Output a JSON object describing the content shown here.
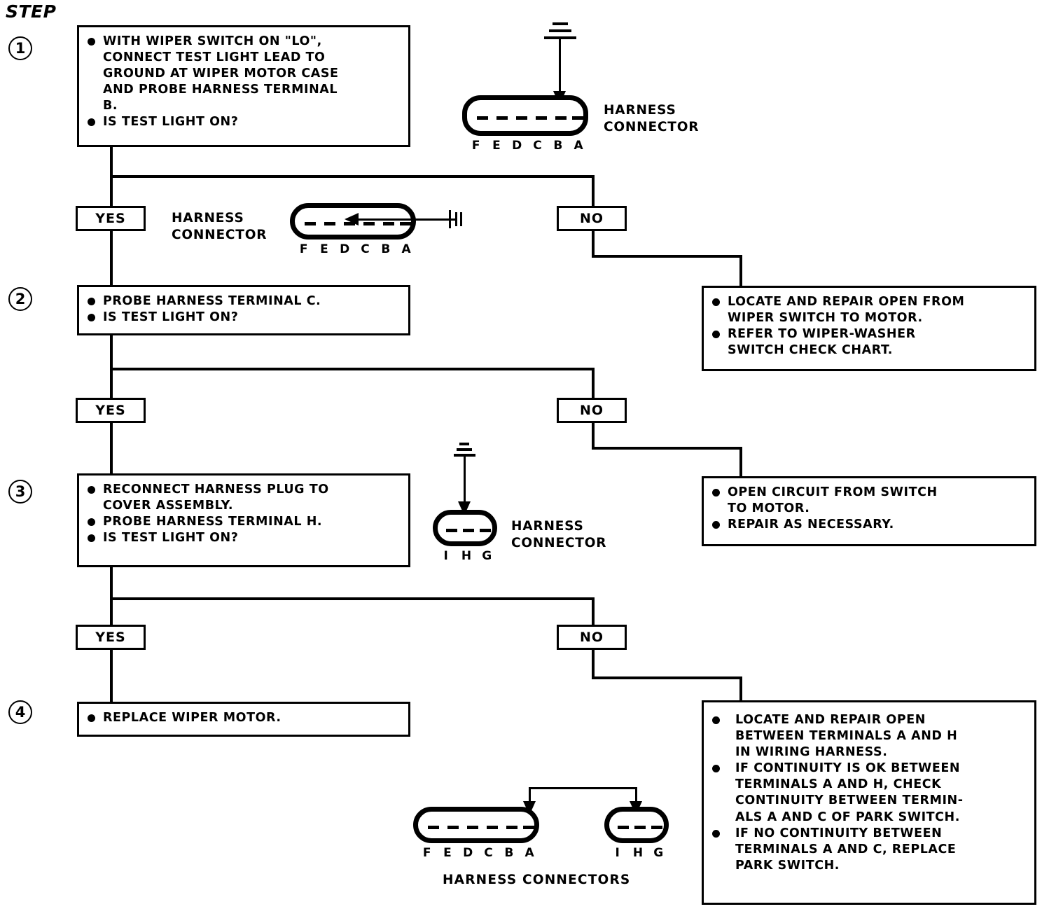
{
  "title": "STEP",
  "steps": [
    {
      "number": "1"
    },
    {
      "number": "2"
    },
    {
      "number": "3"
    },
    {
      "number": "4"
    }
  ],
  "boxes": {
    "step1": {
      "bullets": [
        "WITH WIPER SWITCH ON \"LO\",\nCONNECT TEST LIGHT LEAD TO\nGROUND AT WIPER MOTOR CASE\nAND PROBE HARNESS TERMINAL\nB.",
        "IS TEST LIGHT ON?"
      ]
    },
    "step1_no": {
      "bullets": [
        "LOCATE AND REPAIR OPEN FROM\nWIPER SWITCH TO MOTOR.",
        "REFER TO WIPER-WASHER\nSWITCH CHECK CHART."
      ]
    },
    "step2": {
      "bullets": [
        "PROBE HARNESS TERMINAL  C.",
        "IS TEST LIGHT ON?"
      ]
    },
    "step2_no": {
      "bullets": [
        "OPEN CIRCUIT FROM SWITCH\nTO MOTOR.",
        "REPAIR AS NECESSARY."
      ]
    },
    "step3": {
      "bullets": [
        "RECONNECT HARNESS PLUG TO\nCOVER ASSEMBLY.",
        "PROBE HARNESS TERMINAL H.",
        "IS TEST LIGHT ON?"
      ]
    },
    "step3_no": {
      "bullets": [
        "LOCATE AND REPAIR OPEN\nBETWEEN TERMINALS A AND H\nIN WIRING HARNESS.",
        "IF CONTINUITY IS OK BETWEEN\nTERMINALS A AND H, CHECK\nCONTINUITY BETWEEN TERMIN-\nALS A AND C OF PARK SWITCH.",
        "IF NO CONTINUITY BETWEEN\nTERMINALS A AND C, REPLACE\nPARK SWITCH."
      ]
    },
    "step4": {
      "bullets": [
        "REPLACE WIPER MOTOR."
      ]
    }
  },
  "decisions": {
    "yes1": "YES",
    "no1": "NO",
    "yes2": "YES",
    "no2": "NO",
    "yes3": "YES",
    "no3": "NO"
  },
  "connectors": {
    "top": {
      "caption": "HARNESS\nCONNECTOR",
      "terminals": [
        "F",
        "E",
        "D",
        "C",
        "B",
        "A"
      ],
      "probed_terminal": "B"
    },
    "mid": {
      "caption": "HARNESS\nCONNECTOR",
      "terminals": [
        "F",
        "E",
        "D",
        "C",
        "B",
        "A"
      ],
      "probed_terminal": "C"
    },
    "three": {
      "caption": "HARNESS\nCONNECTOR",
      "terminals": [
        "I",
        "H",
        "G"
      ],
      "probed_terminal": "H"
    },
    "bottom": {
      "caption": "HARNESS CONNECTORS",
      "left_terminals": [
        "F",
        "E",
        "D",
        "C",
        "B",
        "A"
      ],
      "right_terminals": [
        "I",
        "H",
        "G"
      ],
      "jumper_from": "A",
      "jumper_to": "H"
    }
  },
  "colors": {
    "ink": "#000000",
    "paper": "#ffffff"
  }
}
